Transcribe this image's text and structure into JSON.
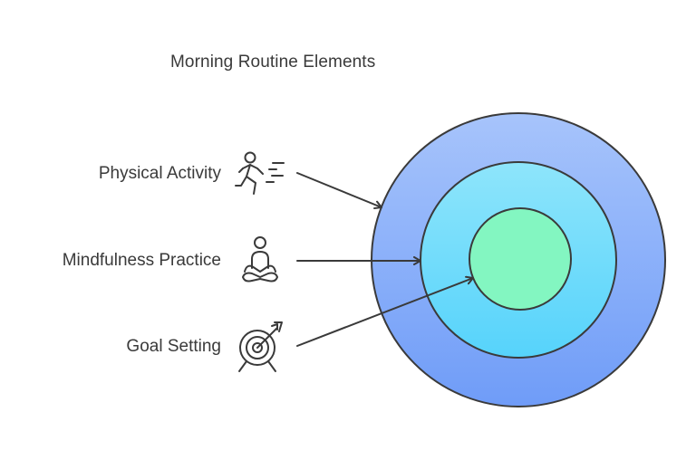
{
  "title": "Morning Routine Elements",
  "items": [
    {
      "label": "Physical Activity",
      "icon": "running-person-icon"
    },
    {
      "label": "Mindfulness Practice",
      "icon": "meditation-icon"
    },
    {
      "label": "Goal Setting",
      "icon": "target-arrow-icon"
    }
  ],
  "colors": {
    "outer_ring_top": "#a7c4fb",
    "outer_ring_bottom": "#6f9cf8",
    "middle_ring_top": "#8ee5fb",
    "middle_ring_bottom": "#56d3fb",
    "inner_circle": "#83f6c1",
    "stroke": "#3a3a3a"
  }
}
